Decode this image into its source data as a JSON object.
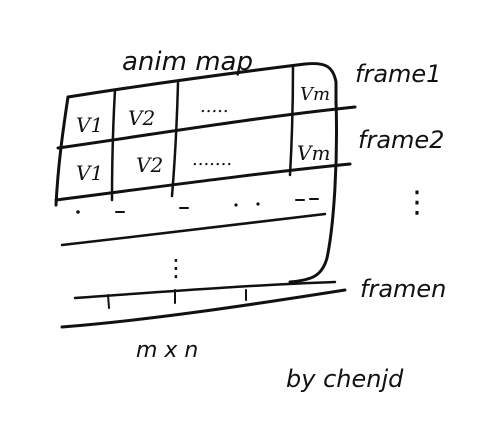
{
  "diagram": {
    "title": "anim map",
    "size_label": "m x n",
    "author": "by chenjd",
    "frame_labels": [
      "frame1",
      "frame2",
      "framen"
    ],
    "row1_cells": [
      "V1",
      "V2",
      ".....",
      "Vm"
    ],
    "row2_cells": [
      "V1",
      "V2",
      ".......",
      "Vm"
    ],
    "ellipsis_dots": "⋮"
  }
}
